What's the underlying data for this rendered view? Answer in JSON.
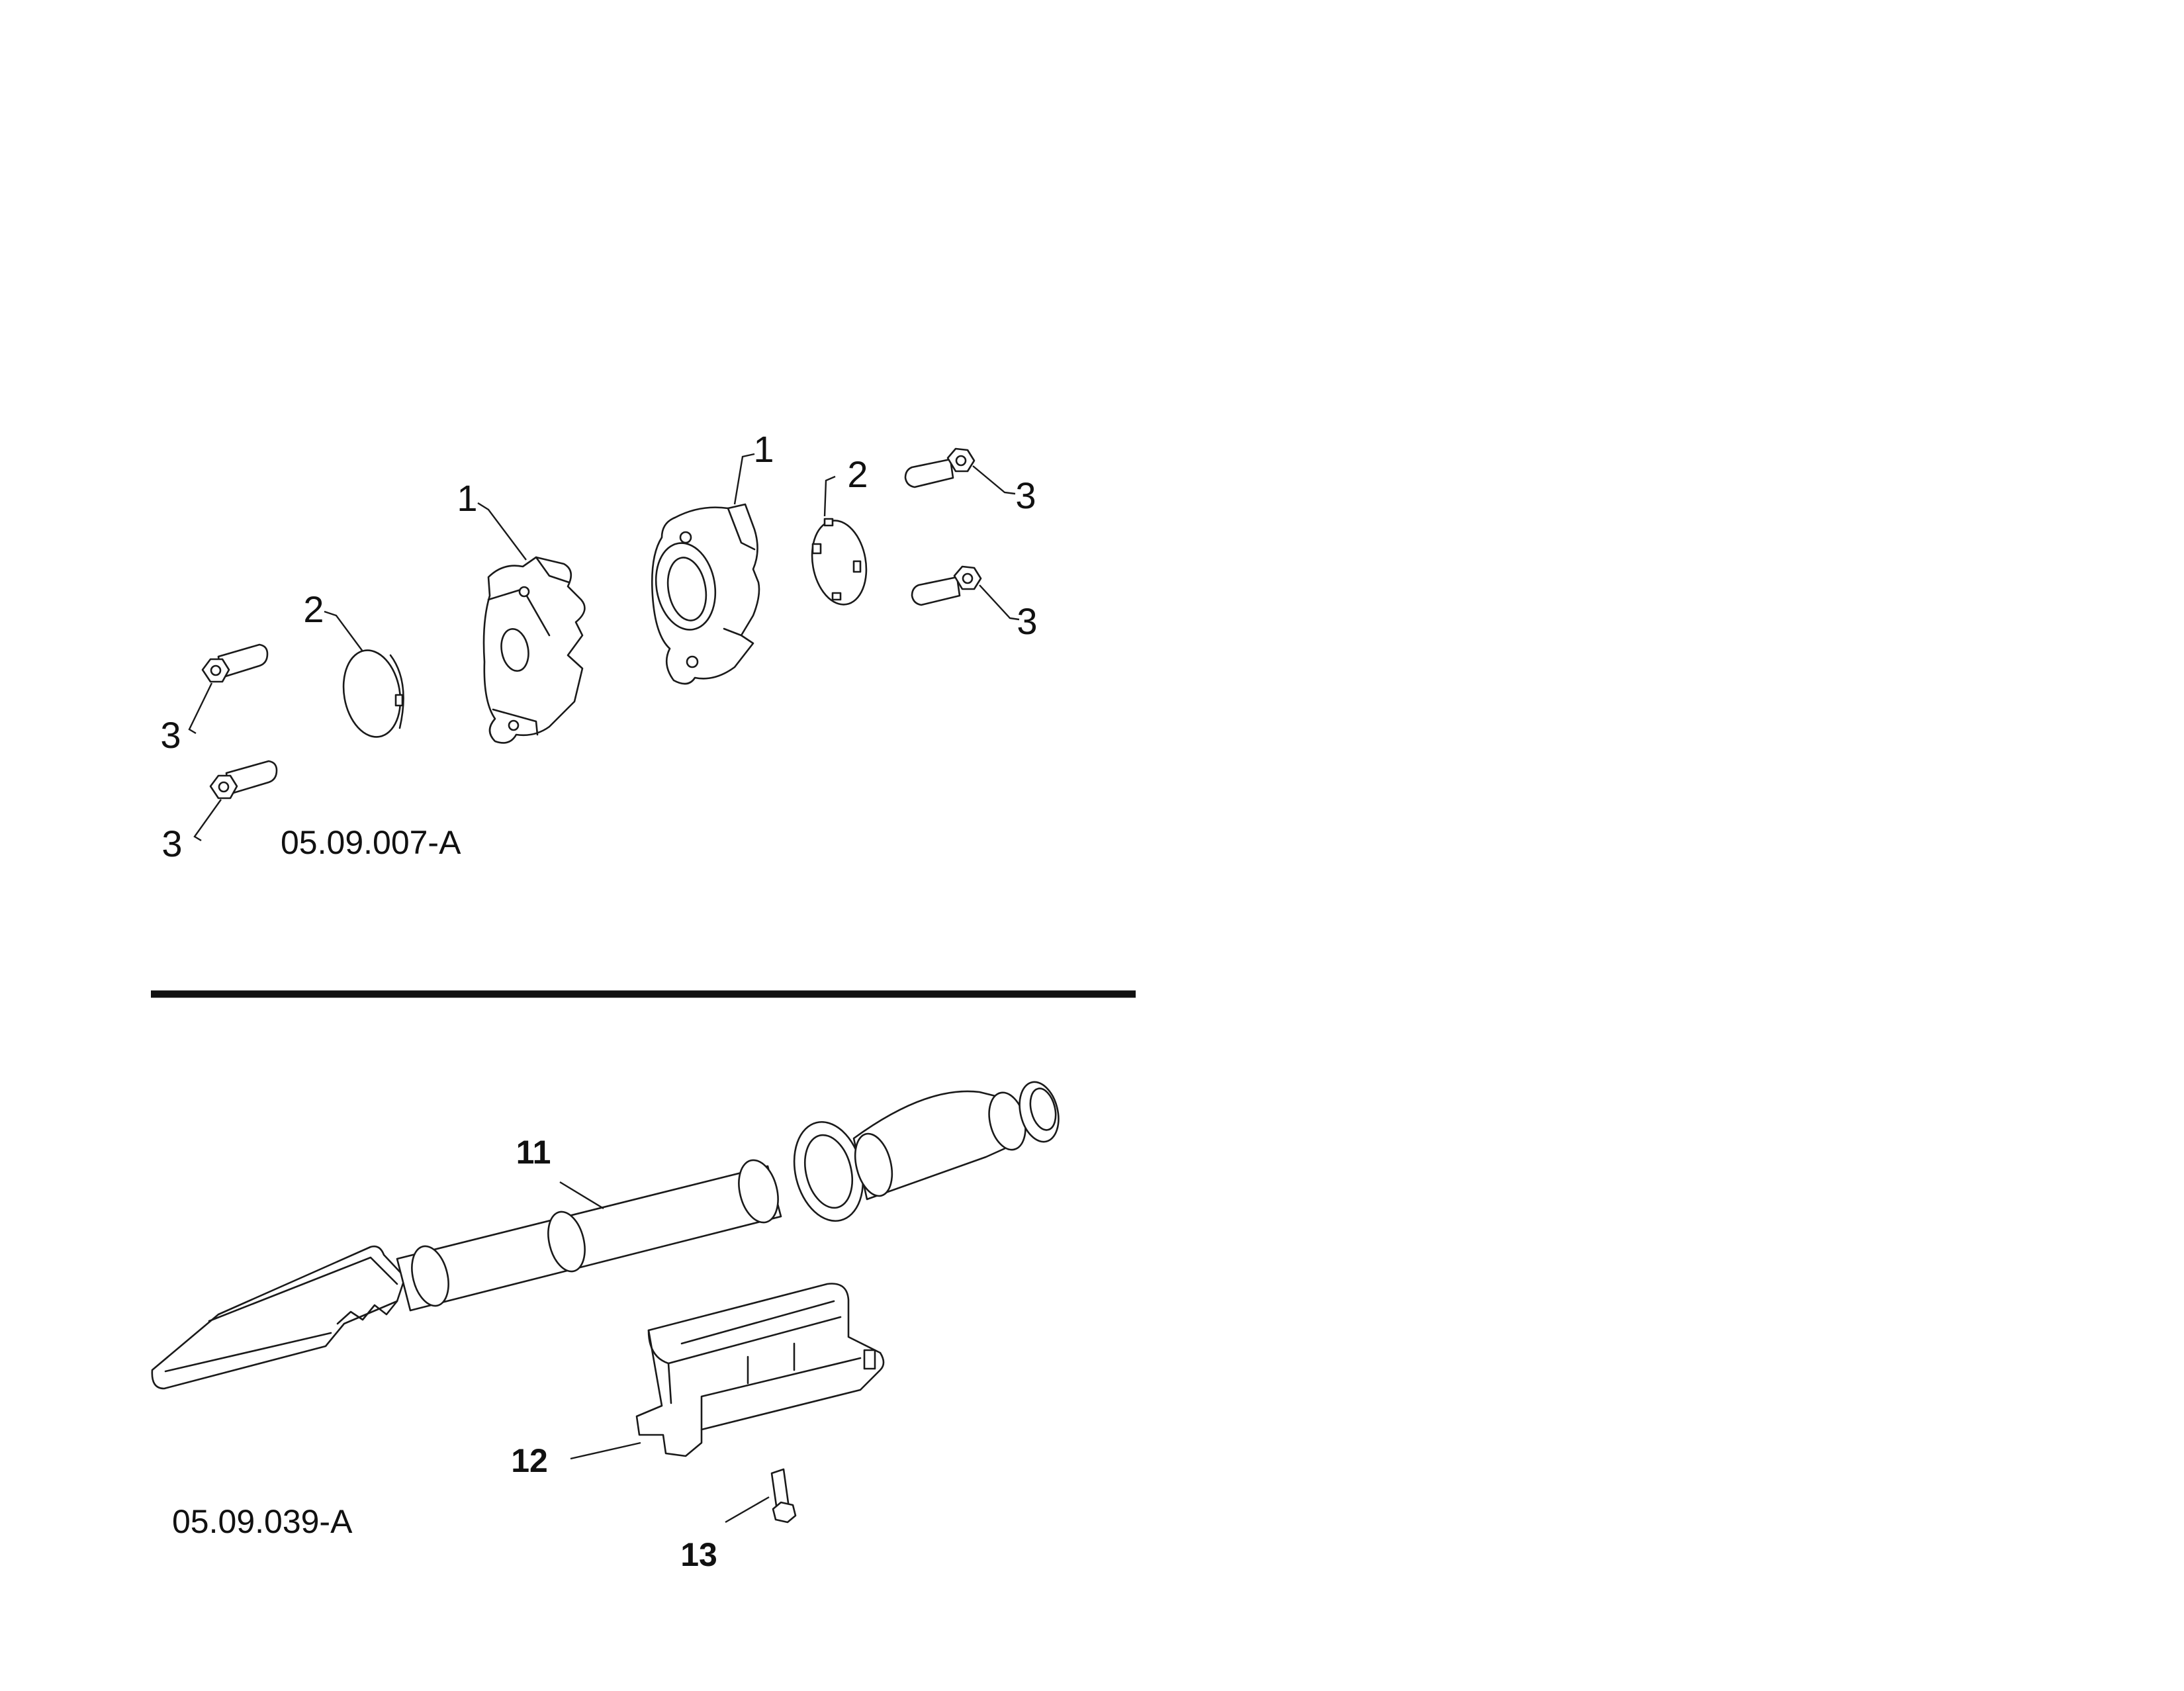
{
  "figures": [
    {
      "code": "05.09.007-A",
      "callouts": {
        "c1a": "1",
        "c1b": "1",
        "c2a": "2",
        "c2b": "2",
        "c3a": "3",
        "c3b": "3",
        "c3c": "3",
        "c3d": "3"
      }
    },
    {
      "code": "05.09.039-A",
      "callouts": {
        "c11": "11",
        "c12": "12",
        "c13": "13"
      }
    }
  ]
}
